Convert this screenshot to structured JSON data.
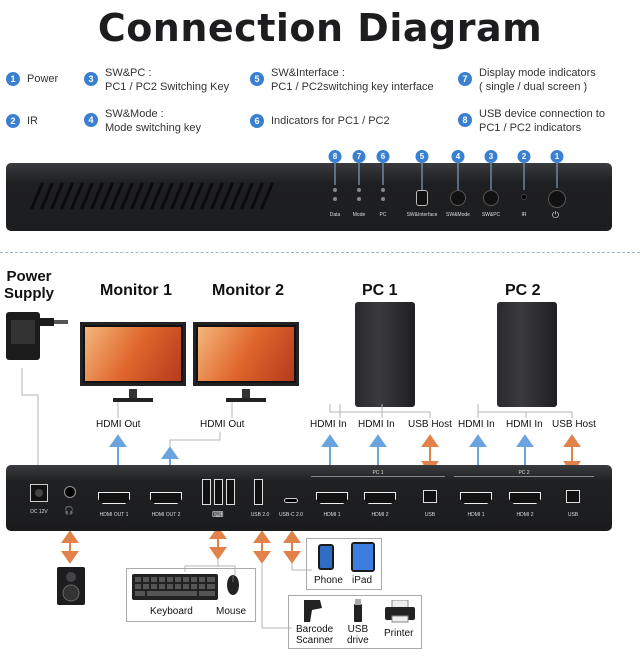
{
  "title": "Connection Diagram",
  "legend": [
    {
      "n": "1",
      "text1": "Power",
      "text2": ""
    },
    {
      "n": "2",
      "text1": "IR",
      "text2": ""
    },
    {
      "n": "3",
      "text1": "SW&PC :",
      "text2": "PC1 / PC2 Switching Key"
    },
    {
      "n": "4",
      "text1": "SW&Mode :",
      "text2": "Mode switching key"
    },
    {
      "n": "5",
      "text1": "SW&Interface :",
      "text2": "PC1 / PC2switching key interface"
    },
    {
      "n": "6",
      "text1": "Indicators for PC1 / PC2",
      "text2": ""
    },
    {
      "n": "7",
      "text1": "Display mode indicators",
      "text2": "( single / dual screen )"
    },
    {
      "n": "8",
      "text1": "USB device connection to",
      "text2": "PC1 / PC2 indicators"
    }
  ],
  "front_markers": [
    "8",
    "7",
    "6",
    "5",
    "4",
    "3",
    "2",
    "1"
  ],
  "front_labels": [
    "Data",
    "Mode",
    "PC",
    "SW&Interface",
    "SW&Mode",
    "SW&PC",
    "IR"
  ],
  "devices": {
    "power_supply": "Power\nSupply",
    "monitor1": "Monitor 1",
    "monitor2": "Monitor 2",
    "pc1": "PC 1",
    "pc2": "PC 2",
    "hdmi_out_1": "HDMI Out",
    "hdmi_out_2": "HDMI Out",
    "pc1_hdmi_in_a": "HDMI In",
    "pc1_hdmi_in_b": "HDMI In",
    "pc1_usb_host": "USB Host",
    "pc2_hdmi_in_a": "HDMI In",
    "pc2_hdmi_in_b": "HDMI In",
    "pc2_usb_host": "USB Host",
    "keyboard": "Keyboard",
    "mouse": "Mouse",
    "phone": "Phone",
    "ipad": "iPad",
    "barcode": "Barcode\nScanner",
    "usb_drive": "USB\ndrive",
    "printer": "Printer"
  },
  "back_labels": {
    "dc": "DC 12V",
    "hdmi_out1": "HDMI OUT 1",
    "hdmi_out2": "HDMI OUT 2",
    "usb20": "USB 2.0",
    "usbc": "USB-C 2.0",
    "pc1": "PC 1",
    "pc2": "PC 2",
    "hdmi1a": "HDMI 1",
    "hdmi2a": "HDMI 2",
    "usb_a": "USB",
    "hdmi1b": "HDMI 1",
    "hdmi2b": "HDMI 2",
    "usb_b": "USB"
  },
  "colors": {
    "accent_blue": "#3a7fd0",
    "arrow_orange": "#e0824a",
    "arrow_blue": "#6aa3dd"
  }
}
